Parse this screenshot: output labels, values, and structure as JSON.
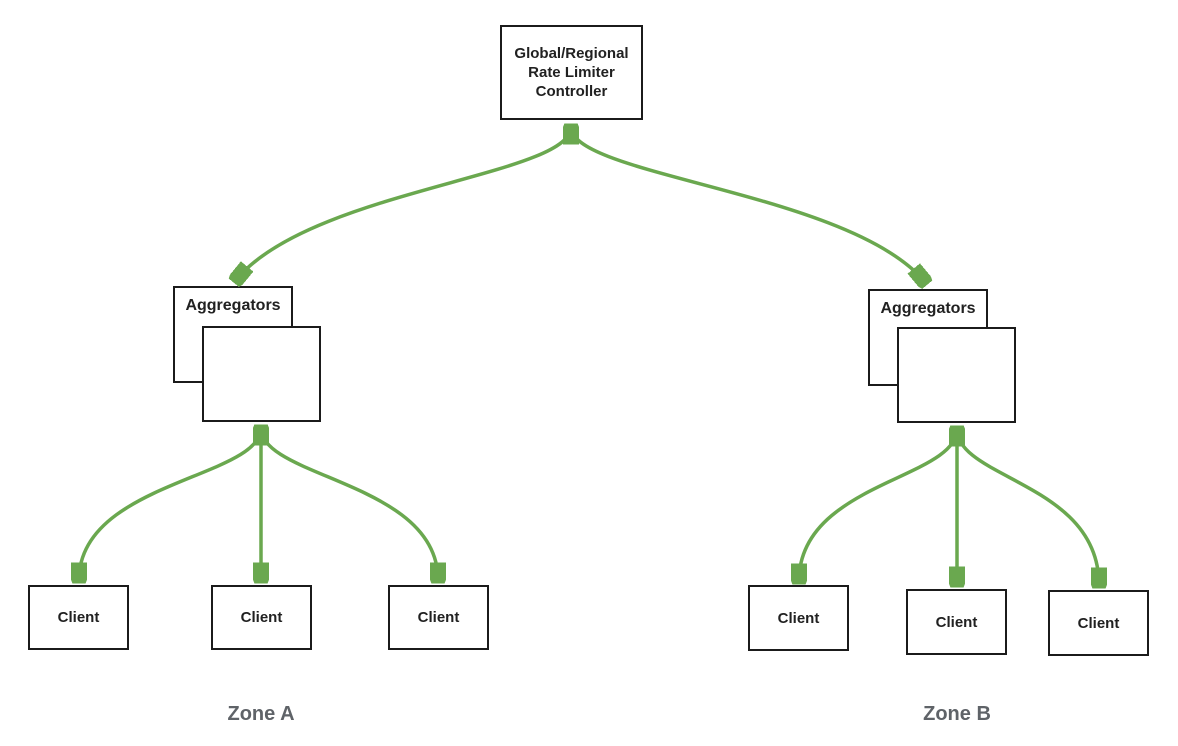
{
  "diagram": {
    "controller": {
      "lines": [
        "Global/Regional",
        "Rate Limiter",
        "Controller"
      ]
    },
    "zones": [
      {
        "name": "Zone A",
        "aggregator_label": "Aggregators",
        "clients": [
          "Client",
          "Client",
          "Client"
        ]
      },
      {
        "name": "Zone B",
        "aggregator_label": "Aggregators",
        "clients": [
          "Client",
          "Client",
          "Client"
        ]
      }
    ],
    "colors": {
      "arrow": "#6aa84f",
      "box_border": "#1b1b1b",
      "box_text": "#212121",
      "zone_label": "#5f6368",
      "background": "#ffffff"
    }
  }
}
